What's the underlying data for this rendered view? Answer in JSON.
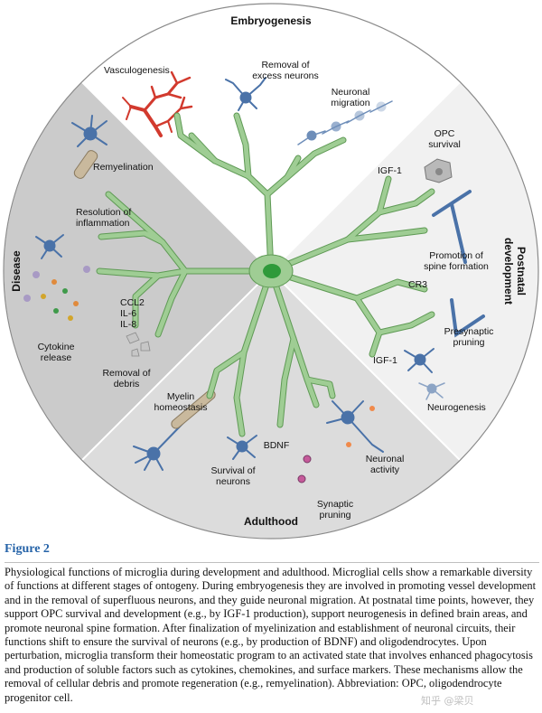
{
  "diagram": {
    "sections": {
      "embryogenesis": "Embryogenesis",
      "postnatal_line1": "Postnatal",
      "postnatal_line2": "development",
      "adulthood": "Adulthood",
      "disease": "Disease"
    },
    "labels": {
      "vasculogenesis": "Vasculogenesis",
      "removal_excess_1": "Removal of",
      "removal_excess_2": "excess neurons",
      "neuronal_migration_1": "Neuronal",
      "neuronal_migration_2": "migration",
      "opc_survival_1": "OPC",
      "opc_survival_2": "survival",
      "igf1_top": "IGF-1",
      "spine_1": "Promotion of",
      "spine_2": "spine formation",
      "cr3": "CR3",
      "presynaptic_1": "Presynaptic",
      "presynaptic_2": "pruning",
      "igf1_bottom": "IGF-1",
      "neurogenesis": "Neurogenesis",
      "remyelination": "Remyelination",
      "resolution_1": "Resolution of",
      "resolution_2": "inflammation",
      "ccl2": "CCL2",
      "il6": "IL-6",
      "il8": "IL-8",
      "cytokine_1": "Cytokine",
      "cytokine_2": "release",
      "debris_1": "Removal of",
      "debris_2": "debris",
      "myelin_1": "Myelin",
      "myelin_2": "homeostasis",
      "bdnf": "BDNF",
      "survival_1": "Survival of",
      "survival_2": "neurons",
      "activity_1": "Neuronal",
      "activity_2": "activity",
      "synaptic_1": "Synaptic",
      "synaptic_2": "pruning"
    },
    "colors": {
      "embryo_bg": "#ffffff",
      "postnatal_bg": "#f1f1f1",
      "adulthood_bg": "#dcdcdc",
      "disease_bg": "#cbcbcb",
      "microglia": "#9fcd94",
      "microglia_stroke": "#5f9a55",
      "nucleus": "#2f9a3a",
      "neuron": "#4a72a8",
      "vessel": "#d23a2e"
    }
  },
  "caption": {
    "label": "Figure 2",
    "text": "Physiological functions of microglia during development and adulthood. Microglial cells show a remarkable diversity of functions at different stages of ontogeny. During embryogenesis they are involved in promoting vessel development and in the removal of superfluous neurons, and they guide neuronal migration. At postnatal time points, however, they support OPC survival and development (e.g., by IGF-1 production), support neurogenesis in defined brain areas, and promote neuronal spine formation. After finalization of myelinization and establishment of neuronal circuits, their functions shift to ensure the survival of neurons (e.g., by production of BDNF) and oligodendrocytes. Upon perturbation, microglia transform their homeostatic program to an activated state that involves enhanced phagocytosis and production of soluble factors such as cytokines, chemokines, and surface markers. These mechanisms allow the removal of cellular debris and promote regeneration (e.g., remyelination). Abbreviation: OPC, oligodendrocyte progenitor cell."
  },
  "watermark": "知乎 @梁贝"
}
